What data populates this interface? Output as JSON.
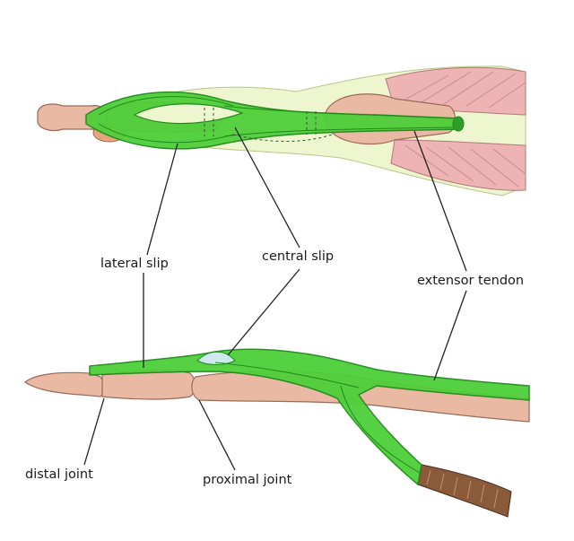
{
  "labels": {
    "lateral_slip": "lateral slip",
    "central_slip": "central slip",
    "extensor_tendon": "extensor tendon",
    "distal_joint": "distal joint",
    "proximal_joint": "proximal joint"
  },
  "colors": {
    "tendon": "#4fcf3a",
    "tendon_dark": "#1f8a1a",
    "bone": "#e9b9a4",
    "bone_outline": "#9a6a5a",
    "muscle": "#e9a9a9",
    "muscle_dark": "#7a4a32",
    "sheath": "#eef6cf",
    "leader": "#222222"
  }
}
